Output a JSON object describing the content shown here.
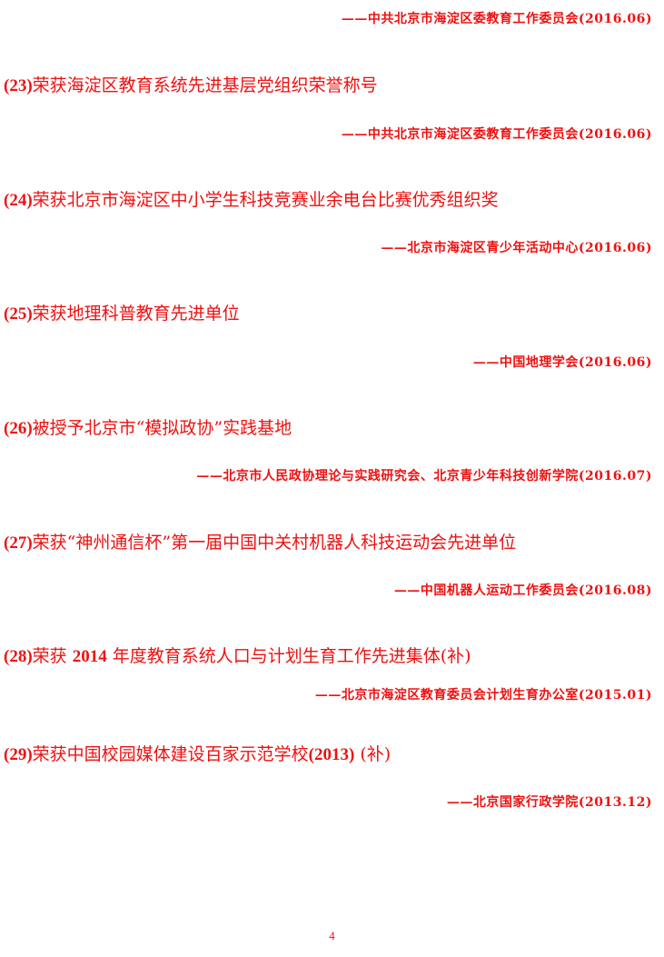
{
  "top_source": "——中共北京市海淀区委教育工作委员会(2016.06)",
  "items": [
    {
      "num": "(23)",
      "text": "荣获海淀区教育系统先进基层党组织荣誉称号",
      "source": "——中共北京市海淀区委教育工作委员会(2016.06)"
    },
    {
      "num": "(24)",
      "text": "荣获北京市海淀区中小学生科技竞赛业余电台比赛优秀组织奖",
      "source": "——北京市海淀区青少年活动中心(2016.06)"
    },
    {
      "num": "(25)",
      "text": "荣获地理科普教育先进单位",
      "source": "——中国地理学会(2016.06)"
    },
    {
      "num": "(26)",
      "text": "被授予北京市“模拟政协”实践基地",
      "source": "——北京市人民政协理论与实践研究会、北京青少年科技创新学院(2016.07)"
    },
    {
      "num": "(27)",
      "text": "荣获“神州通信杯”第一届中国中关村机器人科技运动会先进单位",
      "source": "——中国机器人运动工作委员会(2016.08)"
    },
    {
      "num": "(28)",
      "text_pre": "荣获",
      "text_bold": "2014",
      "text_post": "年度教育系统人口与计划生育工作先进集体(补)",
      "source": "——北京市海淀区教育委员会计划生育办公室(2015.01)"
    },
    {
      "num": "(29)",
      "text_pre": "荣获中国校园媒体建设百家示范学校",
      "text_bold": "(2013)",
      "text_post": " (补)",
      "source": "——北京国家行政学院(2013.12)"
    }
  ],
  "page_number": "4"
}
